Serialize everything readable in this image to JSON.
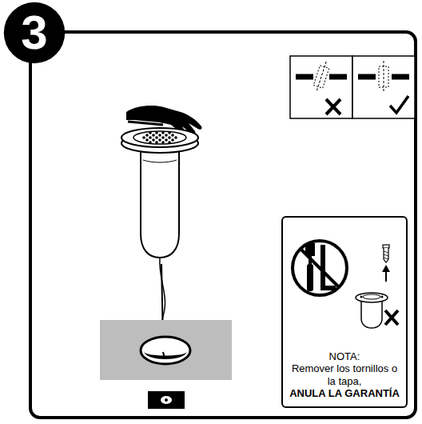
{
  "diagram": {
    "nodes": [
      {
        "text": [
          "3"
        ]
      },
      {
        "text": [
          "NOTA:",
          "Remover los tornillos o la tapa,",
          "ANULA LA GARANTÍA"
        ]
      }
    ],
    "edges": []
  }
}
